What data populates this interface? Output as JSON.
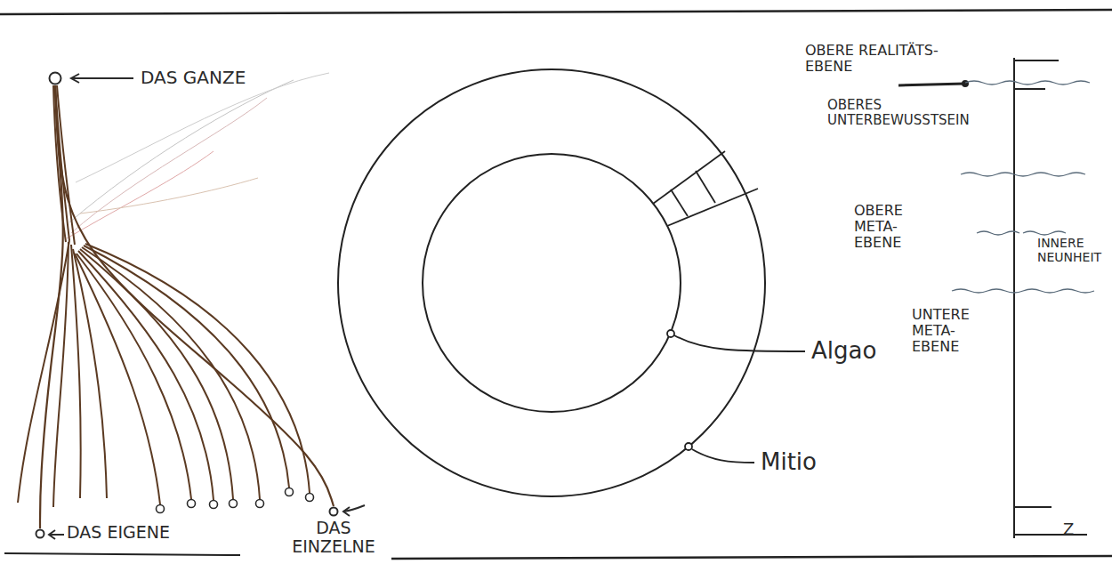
{
  "diagram": {
    "nodes": [
      {
        "text": [
          "DAS GANZE"
        ]
      },
      {
        "text": [
          "DAS EIGENE"
        ]
      },
      {
        "text": [
          "DAS EINZELNE"
        ]
      }
    ],
    "edges": [
      {
        "from": 0,
        "to": 1,
        "arrow": "none"
      },
      {
        "from": 0,
        "to": 2,
        "arrow": "none"
      }
    ],
    "labels": [
      "Algao",
      "Mitio",
      "OBERE REALITÄTS-EBENE",
      "OBERES UNTERBEWUSSTSEIN",
      "OBERE META-EBENE",
      "INNERE NEUNHEIT",
      "UNTERE META-EBENE",
      "Z"
    ]
  }
}
